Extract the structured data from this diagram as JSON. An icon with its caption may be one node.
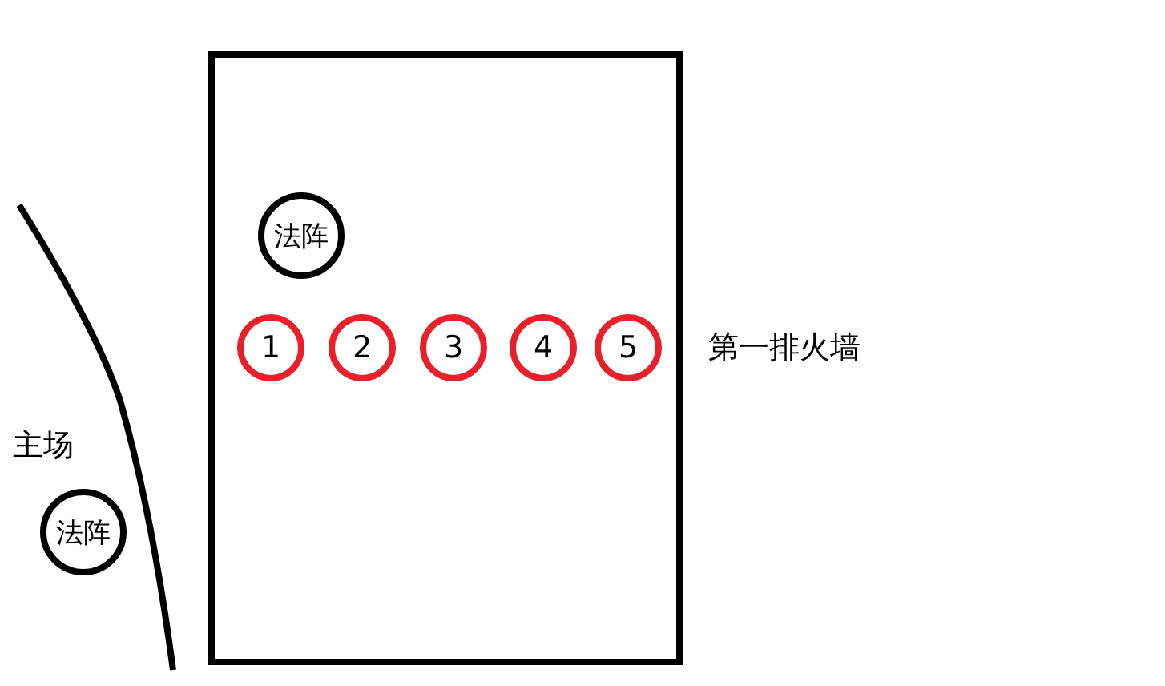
{
  "diagram": {
    "nodes": [
      {
        "text": [],
        "shape": "box"
      },
      {
        "text": [
          "法阵"
        ],
        "in": 0
      },
      {
        "text": [
          "1"
        ],
        "in": 0
      },
      {
        "text": [
          "2"
        ],
        "in": 0
      },
      {
        "text": [
          "3"
        ],
        "in": 0
      },
      {
        "text": [
          "4"
        ],
        "in": 0
      },
      {
        "text": [
          "5"
        ],
        "in": 0
      },
      {
        "text": [
          "法阵"
        ]
      }
    ],
    "edges": [],
    "labels": [
      "第一排火墙",
      "主场"
    ]
  }
}
